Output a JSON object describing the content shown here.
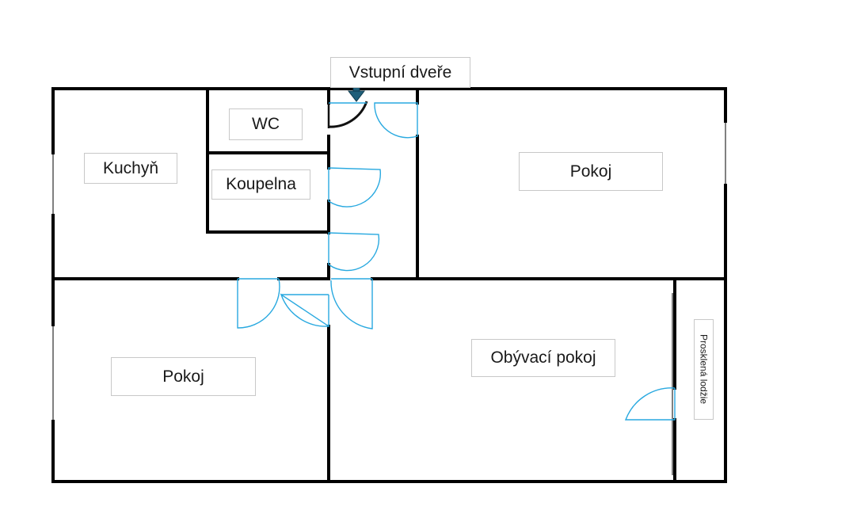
{
  "rooms": {
    "entrance": "Vstupní dveře",
    "wc": "WC",
    "kitchen": "Kuchyň",
    "bathroom": "Koupelna",
    "room_top_right": "Pokoj",
    "room_bottom_left": "Pokoj",
    "living_room": "Obývací pokoj",
    "loggia": "Prosklená lodžie"
  },
  "colors": {
    "wall": "#000000",
    "door": "#29a9e0",
    "entrance_door": "#111111",
    "entrance_arrow": "#1f5f7a",
    "label_border": "#c8c8c8"
  },
  "icons": {
    "entrance_marker": "arrow-down-icon"
  }
}
